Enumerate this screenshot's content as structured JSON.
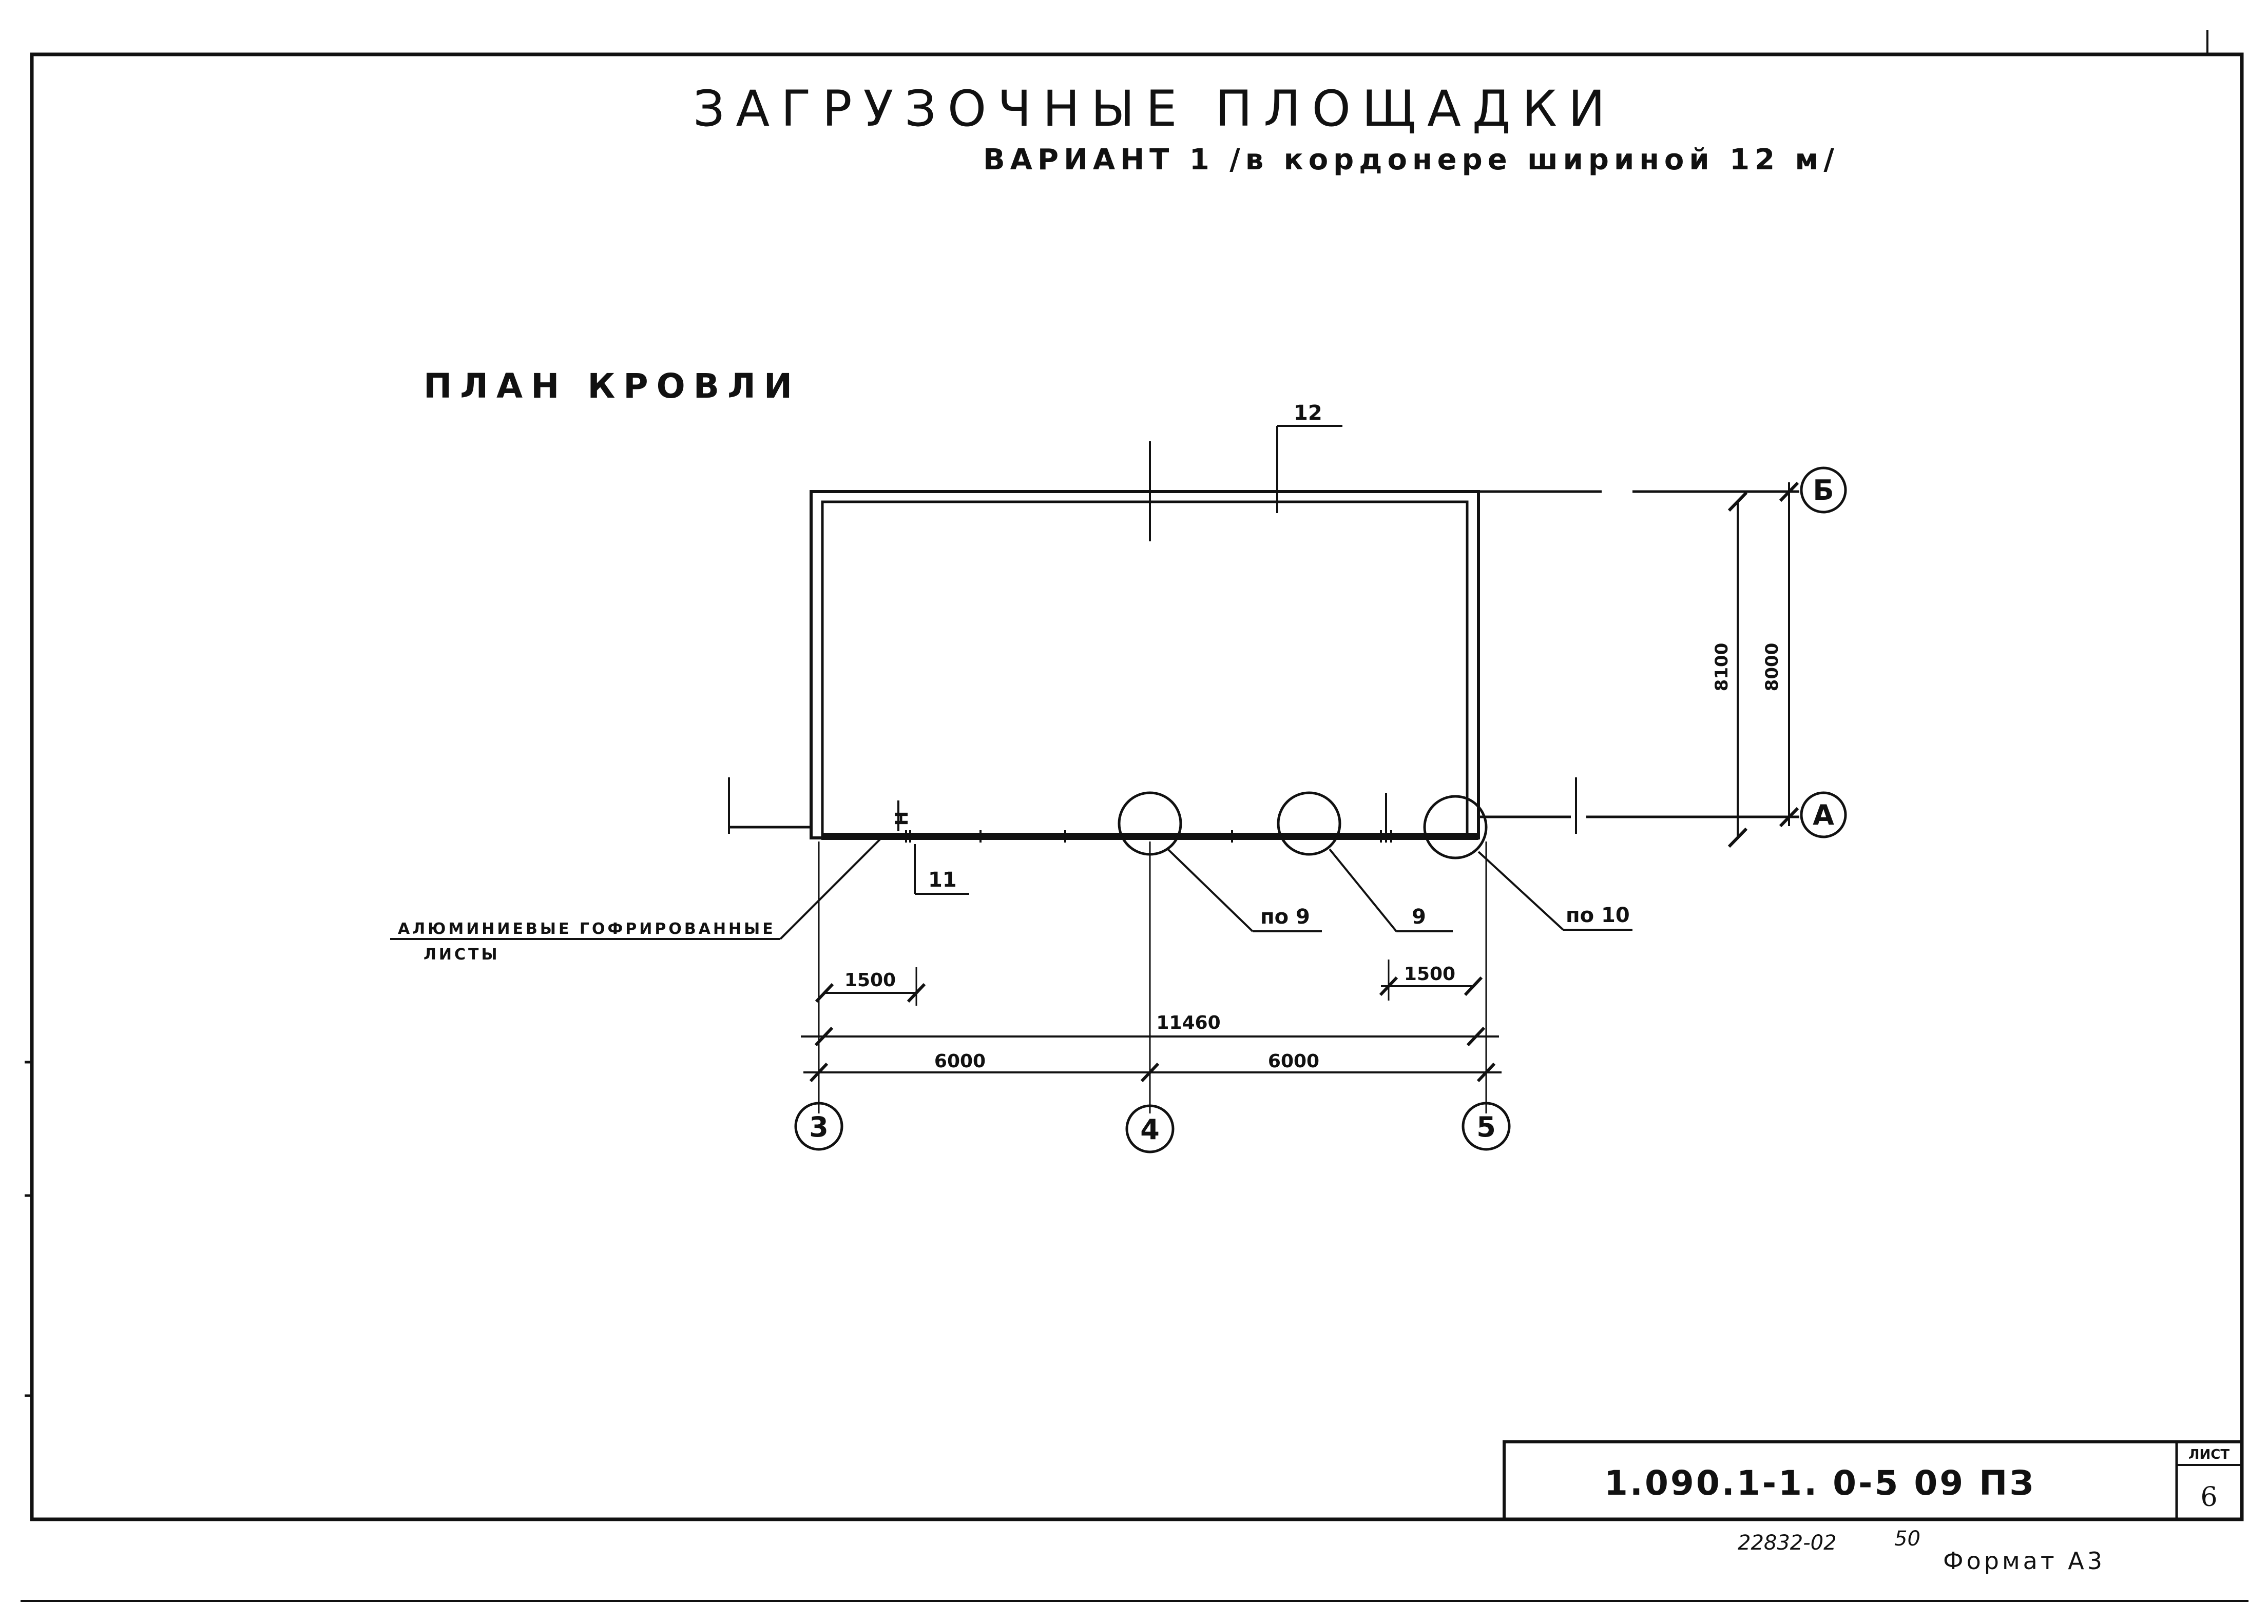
{
  "title": "ЗАГРУЗОЧНЫЕ ПЛОЩАДКИ",
  "subtitle": "ВАРИАНТ 1 /в кордонере шириной 12 м/",
  "plan_title": "ПЛАН КРОВЛИ",
  "callouts": {
    "c12": "12",
    "c11": "11",
    "cN": "Н",
    "c9": "по 9",
    "c9b": "9",
    "c10": "по 10"
  },
  "note": {
    "line1": "АЛЮМИНИЕВЫЕ ГОФРИРОВАННЫЕ",
    "line2": "ЛИСТЫ"
  },
  "dimensions": {
    "d8100": "8100",
    "d8000": "8000",
    "d1500_left": "1500",
    "d1500_right": "1500",
    "d11460": "11460",
    "d6000_left": "6000",
    "d6000_right": "6000"
  },
  "axes": {
    "B": "Б",
    "A": "А",
    "a3": "3",
    "a4": "4",
    "a5": "5"
  },
  "stamp": {
    "code": "1.090.1-1. 0-5   09 ПЗ",
    "sheet_label": "ЛИСТ",
    "sheet_no": "6"
  },
  "footer": {
    "inventory": "22832-02",
    "num": "50",
    "format": "Формат А3"
  }
}
